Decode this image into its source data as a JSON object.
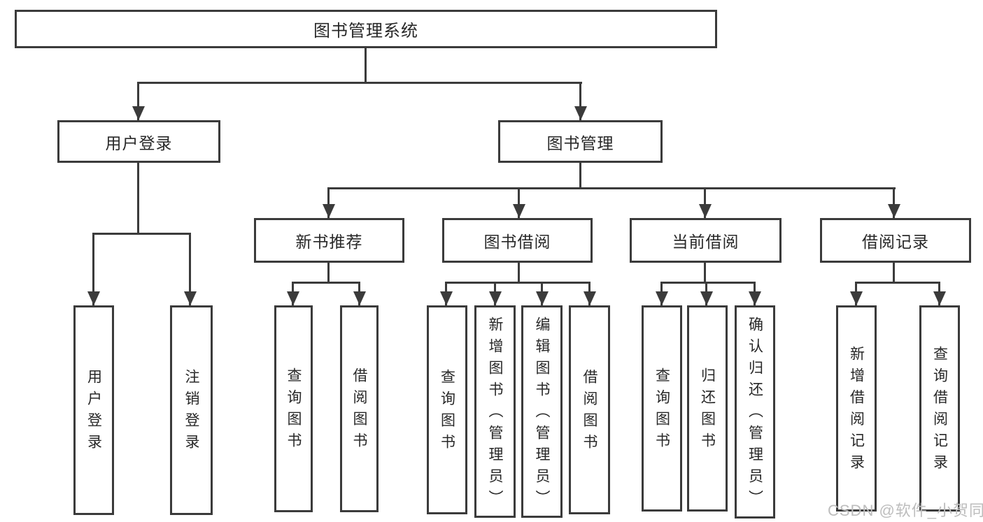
{
  "diagram": {
    "root": {
      "label": "图书管理系统"
    },
    "branches": [
      {
        "label": "用户登录",
        "children": [
          {
            "label": "用户登录"
          },
          {
            "label": "注销登录"
          }
        ]
      },
      {
        "label": "图书管理",
        "groups": [
          {
            "label": "新书推荐",
            "children": [
              {
                "label": "查询图书"
              },
              {
                "label": "借阅图书"
              }
            ]
          },
          {
            "label": "图书借阅",
            "children": [
              {
                "label": "查询图书"
              },
              {
                "label": "新增图书（管理员）"
              },
              {
                "label": "编辑图书（管理员）"
              },
              {
                "label": "借阅图书"
              }
            ]
          },
          {
            "label": "当前借阅",
            "children": [
              {
                "label": "查询图书"
              },
              {
                "label": "归还图书"
              },
              {
                "label": "确认归还（管理员）"
              }
            ]
          },
          {
            "label": "借阅记录",
            "children": [
              {
                "label": "新增借阅记录"
              },
              {
                "label": "查询借阅记录"
              }
            ]
          }
        ]
      }
    ]
  },
  "watermark": {
    "text": "CSDN @软件_小贺同学"
  },
  "colors": {
    "line": "#3b3b3b",
    "text": "#282828",
    "watermark": "#bdbdbd",
    "background": "#ffffff"
  }
}
